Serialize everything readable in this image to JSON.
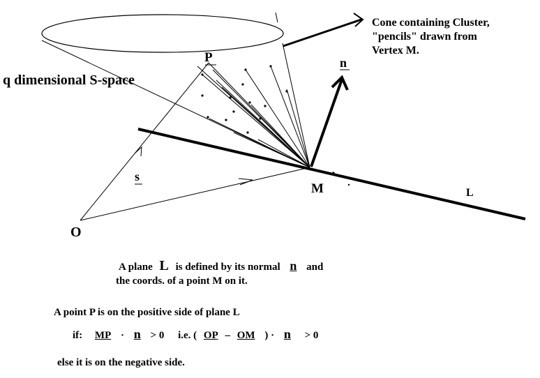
{
  "diagram": {
    "labels": {
      "cone_caption": [
        "Cone containing Cluster,",
        "\"pencils\" drawn from",
        "Vertex M."
      ],
      "space_label": "q dimensional S-space",
      "P": "P",
      "n": "n",
      "s": "s",
      "M": "M",
      "O": "O",
      "L": "L"
    },
    "text": {
      "line1_a": "A plane",
      "line1_L": "L",
      "line1_b": "is  defined by its normal",
      "line1_n": "n",
      "line1_c": "and",
      "line2": "the  coords. of a point M on it.",
      "line3": "A point P is on the positive side of plane L",
      "if": "if:",
      "MP": "MP",
      "dot": "·",
      "n": "n",
      "gt0": "> 0",
      "ie": "i.e.  (",
      "OP": "OP",
      "minus": "–",
      "OM": "OM",
      "close": ")  ·",
      "line5": "else  it is on the negative side."
    }
  }
}
